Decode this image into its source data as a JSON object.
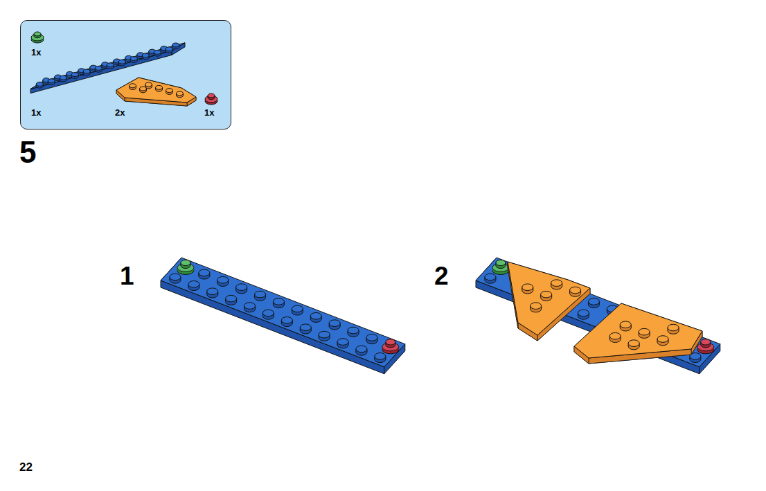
{
  "diagram": {
    "nodes": [
      {
        "text": [
          "1x",
          "1x",
          "2x",
          "1x"
        ]
      }
    ],
    "labels": [
      "5",
      "1",
      "2",
      "22"
    ]
  }
}
